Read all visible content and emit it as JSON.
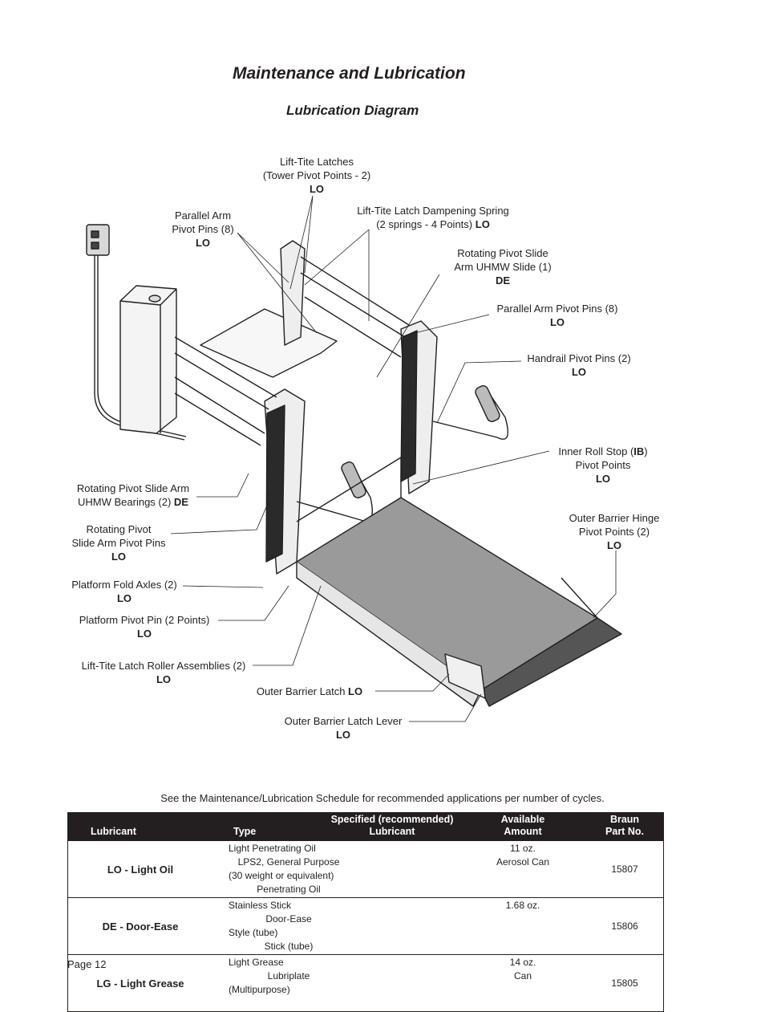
{
  "title": "Maintenance and Lubrication",
  "subtitle": "Lubrication Diagram",
  "labels": {
    "towerLatches": {
      "l1": "Lift-Tite Latches",
      "l2": "(Tower Pivot Points - 2)",
      "code": "LO"
    },
    "dampSpring": {
      "l1": "Lift-Tite Latch Dampening Spring",
      "l2": "(2 springs - 4 Points)",
      "code": "LO"
    },
    "parallelLeft": {
      "l1": "Parallel Arm",
      "l2": "Pivot Pins (8)",
      "code": "LO"
    },
    "rotSlide": {
      "l1": "Rotating Pivot Slide",
      "l2": "Arm UHMW Slide (1)",
      "code": "DE"
    },
    "parallelRight": {
      "l1": "Parallel Arm Pivot Pins (8)",
      "code": "LO"
    },
    "handrail": {
      "l1": "Handrail Pivot Pins (2)",
      "code": "LO"
    },
    "innerRoll": {
      "l1a": "Inner Roll Stop (",
      "l1b": "IB",
      "l1c": ")",
      "l2": "Pivot Points",
      "code": "LO"
    },
    "outerHinge": {
      "l1": "Outer Barrier Hinge",
      "l2": "Pivot Points (2)",
      "code": "LO"
    },
    "rotBearings": {
      "l1": "Rotating Pivot Slide Arm",
      "l2": "UHMW Bearings (2)",
      "code": "DE"
    },
    "rotPins": {
      "l1": "Rotating Pivot",
      "l2": "Slide Arm Pivot Pins",
      "code": "LO"
    },
    "foldAxles": {
      "l1": "Platform Fold Axles (2)",
      "code": "LO"
    },
    "pivotPin": {
      "l1": "Platform Pivot Pin (2 Points)",
      "code": "LO"
    },
    "rollerAssy": {
      "l1": "Lift-Tite Latch Roller Assemblies (2)",
      "code": "LO"
    },
    "outerLatch": {
      "l1": "Outer Barrier Latch",
      "code": "LO"
    },
    "outerLever": {
      "l1": "Outer Barrier Latch Lever",
      "code": "LO"
    }
  },
  "note": "See the Maintenance/Lubrication Schedule for recommended applications per number of cycles.",
  "table": {
    "headers": {
      "lubricant": "Lubricant",
      "type": "Type",
      "spec1": "Specified (recommended)",
      "spec2": "Lubricant",
      "avail1": "Available",
      "avail2": "Amount",
      "braun1": "Braun",
      "braun2": "Part No."
    },
    "rows": [
      {
        "name": "LO - Light Oil",
        "type1": "Light Penetrating Oil",
        "type2": "(30 weight or equivalent)",
        "spec1": "LPS2, General Purpose",
        "spec2": "Penetrating Oil",
        "amt1": "11 oz.",
        "amt2": "Aerosol Can",
        "part": "15807"
      },
      {
        "name": "DE - Door-Ease",
        "type1": "Stainless Stick",
        "type2": "Style (tube)",
        "spec1": "Door-Ease",
        "spec2": "Stick (tube)",
        "amt1": "1.68 oz.",
        "amt2": "",
        "part": "15806"
      },
      {
        "name": "LG - Light Grease",
        "type1": "Light Grease",
        "type2": "(Multipurpose)",
        "spec1": "Lubriplate",
        "spec2": "",
        "amt1": "14 oz.",
        "amt2": "Can",
        "part": "15805"
      }
    ]
  },
  "page": "Page 12"
}
